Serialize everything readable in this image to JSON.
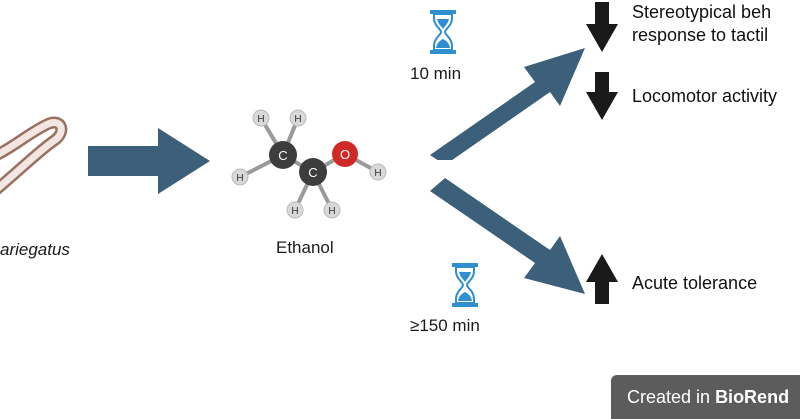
{
  "organism": {
    "label": "ariegatus"
  },
  "molecule": {
    "label": "Ethanol",
    "atoms": {
      "carbon": "C",
      "oxygen": "O",
      "hydrogen": "H"
    }
  },
  "timepoints": {
    "short": "10 min",
    "long": "≥150 min"
  },
  "outcomes": {
    "stereotypical_line1": "Stereotypical beh",
    "stereotypical_line2": "response to tactil",
    "locomotor": "Locomotor activity",
    "tolerance": "Acute tolerance"
  },
  "badge": {
    "prefix": "Created in ",
    "brand": "BioRend"
  },
  "icons": {
    "worm": "worm-icon",
    "hourglass": "hourglass-icon",
    "arrow_down": "arrow-down-icon",
    "arrow_up": "arrow-up-icon"
  },
  "colors": {
    "arrow": "#3c5f7a",
    "hourglass": "#2f8fd0",
    "carbon": "#3d3d3d",
    "oxygen": "#cf2a27",
    "hydrogen": "#d9d9d9",
    "worm_outline": "#9a7060"
  }
}
